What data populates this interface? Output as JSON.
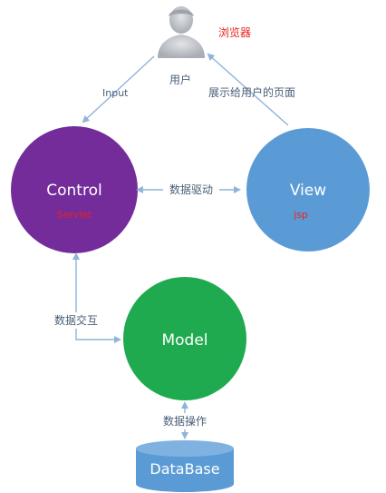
{
  "user": {
    "label": "用户",
    "browser_label": "浏览器",
    "icon": "user-icon"
  },
  "edges": {
    "input": "Input",
    "show_to_user": "展示给用户的页面",
    "data_driven": "数据驱动",
    "data_interaction": "数据交互",
    "data_operation": "数据操作"
  },
  "nodes": {
    "control": {
      "title": "Control",
      "subtitle": "Servlet"
    },
    "view": {
      "title": "View",
      "subtitle": "jsp"
    },
    "model": {
      "title": "Model"
    },
    "database": {
      "title": "DataBase"
    }
  },
  "colors": {
    "control": "#732c9a",
    "view": "#5b9bd5",
    "model": "#1faa4f",
    "database": "#5b9bd5",
    "arrow": "#8fb4d9",
    "label": "#4a5f78",
    "subtitle_red": "#e8231f"
  }
}
